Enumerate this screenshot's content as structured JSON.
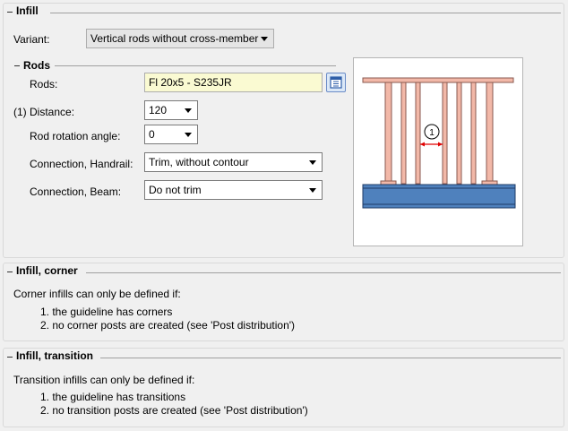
{
  "infill": {
    "title": "Infill",
    "variant_label": "Variant:",
    "variant_value": "Vertical rods without cross-member",
    "rods_section_title": "Rods",
    "rods_label": "Rods:",
    "rods_value": "Fl 20x5 - S235JR",
    "distance_label": "(1) Distance:",
    "distance_value": "120",
    "rotation_label": "Rod rotation angle:",
    "rotation_value": "0",
    "handrail_label": "Connection, Handrail:",
    "handrail_value": "Trim, without contour",
    "beam_label": "Connection, Beam:",
    "beam_value": "Do not trim",
    "preview_marker": "1"
  },
  "infill_corner": {
    "title": "Infill, corner",
    "intro": "Corner infills can only be defined if:",
    "items": [
      "1. the guideline has corners",
      "2. no corner posts are created (see 'Post distribution')"
    ]
  },
  "infill_transition": {
    "title": "Infill, transition",
    "intro": "Transition infills can only be defined if:",
    "items": [
      "1. the guideline has transitions",
      "2. no transition posts are created (see 'Post distribution')"
    ]
  },
  "colors": {
    "rod": "#f2b8a8",
    "beam": "#4f81bd",
    "dimension": "#e00000"
  }
}
